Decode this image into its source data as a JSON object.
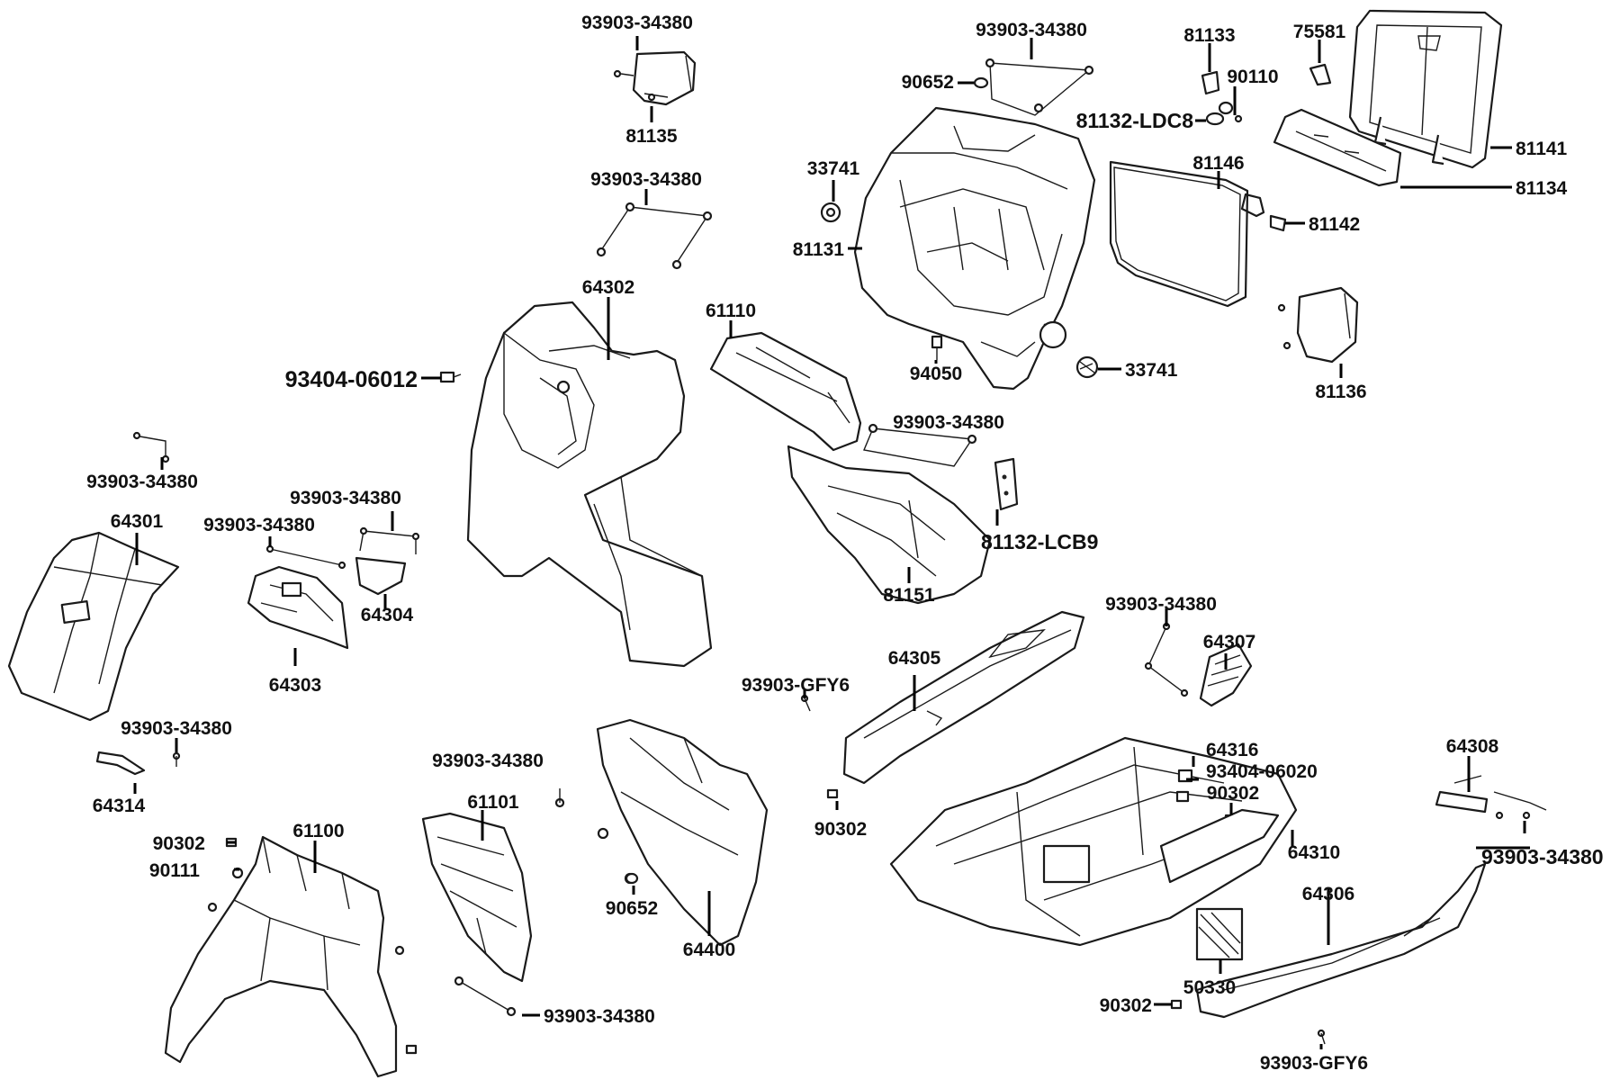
{
  "callouts": [
    {
      "id": "93903-34380-a",
      "text": "93903-34380"
    },
    {
      "id": "81135",
      "text": "81135"
    },
    {
      "id": "93903-34380-b",
      "text": "93903-34380"
    },
    {
      "id": "93903-34380-c",
      "text": "93903-34380"
    },
    {
      "id": "90652-a",
      "text": "90652"
    },
    {
      "id": "81133",
      "text": "81133"
    },
    {
      "id": "90110",
      "text": "90110"
    },
    {
      "id": "75581",
      "text": "75581"
    },
    {
      "id": "81132-LDC8",
      "text": "81132-LDC8"
    },
    {
      "id": "33741-a",
      "text": "33741"
    },
    {
      "id": "81146",
      "text": "81146"
    },
    {
      "id": "81141",
      "text": "81141"
    },
    {
      "id": "81134",
      "text": "81134"
    },
    {
      "id": "81142",
      "text": "81142"
    },
    {
      "id": "81131",
      "text": "81131"
    },
    {
      "id": "64302",
      "text": "64302"
    },
    {
      "id": "61110",
      "text": "61110"
    },
    {
      "id": "94050",
      "text": "94050"
    },
    {
      "id": "33741-b",
      "text": "33741"
    },
    {
      "id": "81136",
      "text": "81136"
    },
    {
      "id": "93404-06012",
      "text": "93404-06012"
    },
    {
      "id": "93903-34380-d",
      "text": "93903-34380"
    },
    {
      "id": "93903-34380-e",
      "text": "93903-34380"
    },
    {
      "id": "64301",
      "text": "64301"
    },
    {
      "id": "93903-34380-f",
      "text": "93903-34380"
    },
    {
      "id": "93903-34380-g",
      "text": "93903-34380"
    },
    {
      "id": "81132-LCB9",
      "text": "81132-LCB9"
    },
    {
      "id": "64304",
      "text": "64304"
    },
    {
      "id": "81151",
      "text": "81151"
    },
    {
      "id": "64303",
      "text": "64303"
    },
    {
      "id": "93903-34380-h",
      "text": "93903-34380"
    },
    {
      "id": "64305",
      "text": "64305"
    },
    {
      "id": "64307",
      "text": "64307"
    },
    {
      "id": "93903-GFY6-a",
      "text": "93903-GFY6"
    },
    {
      "id": "93903-34380-i",
      "text": "93903-34380"
    },
    {
      "id": "64308",
      "text": "64308"
    },
    {
      "id": "64316",
      "text": "64316"
    },
    {
      "id": "93404-06020",
      "text": "93404-06020"
    },
    {
      "id": "93903-34380-j",
      "text": "93903-34380"
    },
    {
      "id": "90302-a",
      "text": "90302"
    },
    {
      "id": "64314",
      "text": "64314"
    },
    {
      "id": "61101",
      "text": "61101"
    },
    {
      "id": "90302-b",
      "text": "90302"
    },
    {
      "id": "90302-c",
      "text": "90302"
    },
    {
      "id": "61100",
      "text": "61100"
    },
    {
      "id": "64310",
      "text": "64310"
    },
    {
      "id": "93903-34380-k",
      "text": "93903-34380"
    },
    {
      "id": "90111",
      "text": "90111"
    },
    {
      "id": "64306",
      "text": "64306"
    },
    {
      "id": "90652-b",
      "text": "90652"
    },
    {
      "id": "64400",
      "text": "64400"
    },
    {
      "id": "50330",
      "text": "50330"
    },
    {
      "id": "90302-d",
      "text": "90302"
    },
    {
      "id": "93903-34380-l",
      "text": "93903-34380"
    },
    {
      "id": "93903-GFY6-b",
      "text": "93903-GFY6"
    }
  ]
}
